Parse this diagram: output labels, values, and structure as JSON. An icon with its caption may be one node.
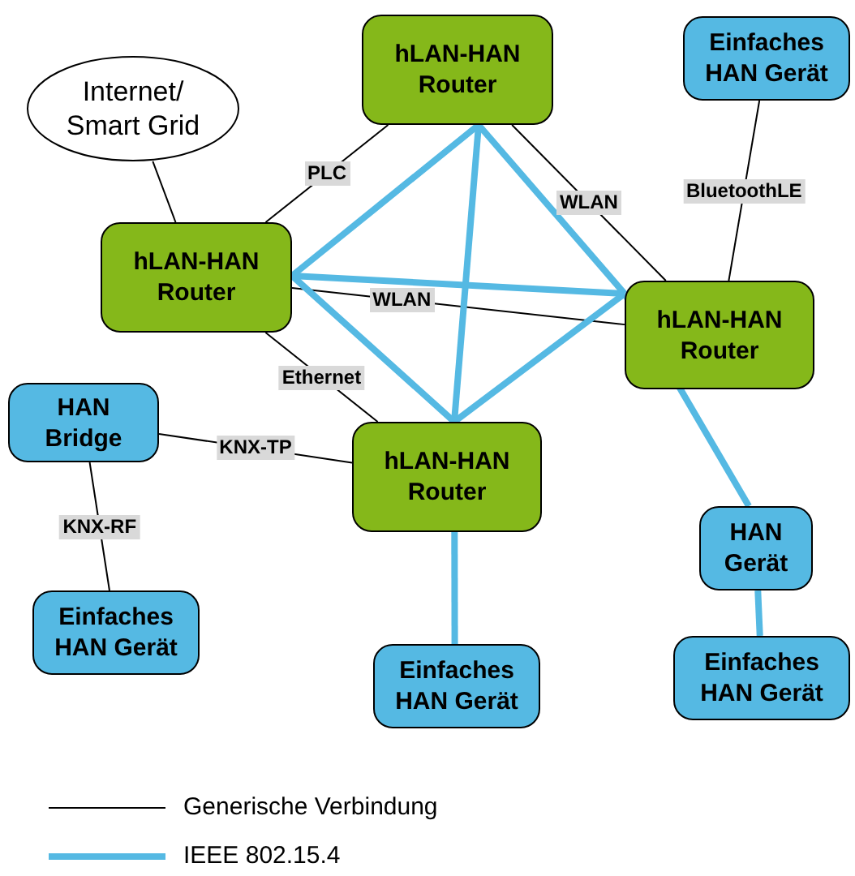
{
  "diagram": {
    "nodes": [
      {
        "text": [
          "Internet/ Smart Grid"
        ]
      },
      {
        "text": [
          "hLAN-HAN Router"
        ]
      },
      {
        "text": [
          "Einfaches HAN Gerät"
        ]
      },
      {
        "text": [
          "hLAN-HAN Router"
        ]
      },
      {
        "text": [
          "hLAN-HAN Router"
        ]
      },
      {
        "text": [
          "HAN Bridge"
        ]
      },
      {
        "text": [
          "hLAN-HAN Router"
        ]
      },
      {
        "text": [
          "HAN Gerät"
        ]
      },
      {
        "text": [
          "Einfaches HAN Gerät"
        ]
      },
      {
        "text": [
          "Einfaches HAN Gerät"
        ]
      },
      {
        "text": [
          "Einfaches HAN Gerät"
        ]
      }
    ],
    "edges": [
      {
        "from": 0,
        "to": 3,
        "arrow": "none",
        "color": "#000000"
      },
      {
        "from": 3,
        "to": 1,
        "arrow": "none",
        "label": "PLC",
        "color": "#000000"
      },
      {
        "from": 1,
        "to": 4,
        "arrow": "none",
        "label": "WLAN",
        "color": "#000000"
      },
      {
        "from": 2,
        "to": 4,
        "arrow": "none",
        "label": "BluetoothLE",
        "color": "#000000"
      },
      {
        "from": 3,
        "to": 4,
        "arrow": "none",
        "label": "WLAN",
        "color": "#000000"
      },
      {
        "from": 3,
        "to": 6,
        "arrow": "none",
        "label": "Ethernet",
        "color": "#000000"
      },
      {
        "from": 5,
        "to": 6,
        "arrow": "none",
        "label": "KNX-TP",
        "color": "#000000"
      },
      {
        "from": 5,
        "to": 8,
        "arrow": "none",
        "label": "KNX-RF",
        "color": "#000000"
      },
      {
        "from": 1,
        "to": 3,
        "arrow": "none"
      },
      {
        "from": 1,
        "to": 4,
        "arrow": "none"
      },
      {
        "from": 1,
        "to": 6,
        "arrow": "none"
      },
      {
        "from": 3,
        "to": 4,
        "arrow": "none"
      },
      {
        "from": 3,
        "to": 6,
        "arrow": "none"
      },
      {
        "from": 4,
        "to": 6,
        "arrow": "none"
      },
      {
        "from": 4,
        "to": 7,
        "arrow": "none"
      },
      {
        "from": 6,
        "to": 9,
        "arrow": "none"
      },
      {
        "from": 7,
        "to": 10,
        "arrow": "none"
      }
    ],
    "legend": [
      {
        "text": "Generische Verbindung"
      },
      {
        "text": "IEEE 802.15.4"
      }
    ]
  }
}
